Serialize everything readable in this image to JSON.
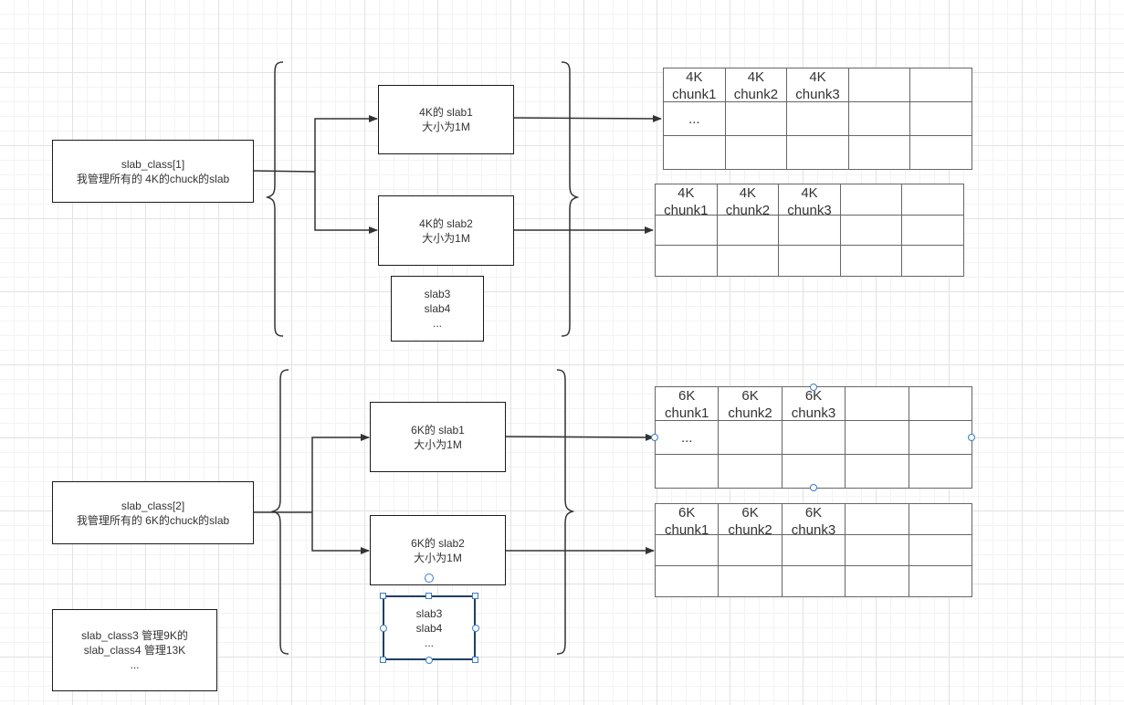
{
  "group1": {
    "class_box": [
      "slab_class[1]",
      "我管理所有的 4K的chuck的slab"
    ],
    "slab1": [
      "4K的 slab1",
      "大小为1M"
    ],
    "slab2": [
      "4K的 slab2",
      "大小为1M"
    ],
    "more": [
      "slab3",
      "slab4",
      "..."
    ],
    "table1": [
      [
        [
          "4K",
          "chunk1"
        ],
        [
          "4K",
          "chunk2"
        ],
        [
          "4K",
          "chunk3"
        ],
        [],
        []
      ],
      [
        [
          "..."
        ],
        [],
        [],
        [],
        []
      ],
      [
        [],
        [],
        [],
        [],
        []
      ]
    ],
    "table2": [
      [
        [
          "4K",
          "chunk1"
        ],
        [
          "4K",
          "chunk2"
        ],
        [
          "4K",
          "chunk3"
        ],
        [],
        []
      ],
      [
        [],
        [],
        [],
        [],
        []
      ],
      [
        [],
        [],
        [],
        [],
        []
      ]
    ]
  },
  "group2": {
    "class_box": [
      "slab_class[2]",
      "我管理所有的 6K的chuck的slab"
    ],
    "slab1": [
      "6K的 slab1",
      "大小为1M"
    ],
    "slab2": [
      "6K的 slab2",
      "大小为1M"
    ],
    "more": [
      "slab3",
      "slab4",
      "..."
    ],
    "table1": [
      [
        [
          "6K",
          "chunk1"
        ],
        [
          "6K",
          "chunk2"
        ],
        [
          "6K",
          "chunk3"
        ],
        [],
        []
      ],
      [
        [
          "..."
        ],
        [],
        [],
        [],
        []
      ],
      [
        [],
        [],
        [],
        [],
        []
      ]
    ],
    "table2": [
      [
        [
          "6K",
          "chunk1"
        ],
        [
          "6K",
          "chunk2"
        ],
        [
          "6K",
          "chunk3"
        ],
        [],
        []
      ],
      [
        [],
        [],
        [],
        [],
        []
      ],
      [
        [],
        [],
        [],
        [],
        []
      ]
    ]
  },
  "other_classes": [
    "slab_class3 管理9K的",
    "slab_class4 管理13K",
    "..."
  ],
  "colors": {
    "line": "#333333",
    "box_border": "#1a1a1a",
    "cell_border": "#666666",
    "selection": "#3a7bc8"
  }
}
